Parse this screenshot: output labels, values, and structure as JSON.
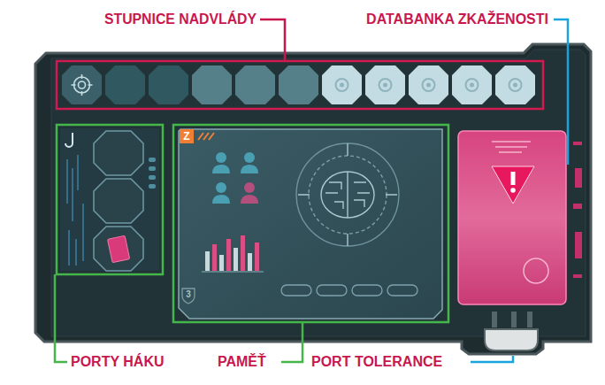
{
  "diagram": {
    "labels": [
      "STUPNICE NADVLÁDY",
      "DATABANKA ZKAŽENOSTI",
      "PORTY HÁKU",
      "PAMĚŤ",
      "PORT TOLERANCE",
      "Z",
      "3"
    ]
  }
}
